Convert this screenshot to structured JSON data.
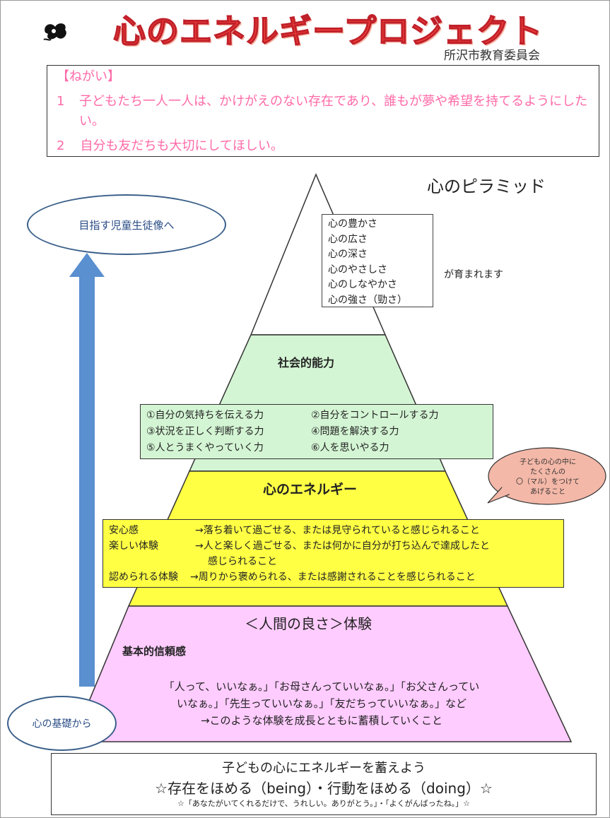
{
  "header": {
    "title": "心のエネルギープロジェクト",
    "organization": "所沢市教育委員会"
  },
  "aims": {
    "heading": "【ねがい】",
    "items": [
      {
        "num": "1",
        "text": "子どもたち一人一人は、かけがえのない存在であり、誰もが夢や希望を持てるようにしたい。"
      },
      {
        "num": "2",
        "text": "自分も友だちも大切にしてほしい。"
      }
    ],
    "color": "#ff6aa8"
  },
  "pyramid": {
    "title": "心のピラミッド",
    "goal_label": "目指す児童生徒像へ",
    "base_label": "心の基礎から",
    "top": {
      "qualities": [
        "心の豊かさ",
        "心の広さ",
        "心の深さ",
        "心のやさしさ",
        "心のしなやかさ",
        "心の強さ（勁さ）"
      ],
      "suffix": "が育まれます"
    },
    "social": {
      "title": "社会的能力",
      "abilities": [
        [
          "①自分の気持ちを伝える力",
          "②自分をコントロールする力"
        ],
        [
          "③状況を正しく判断する力",
          "④問題を解決する力"
        ],
        [
          "⑤人とうまくやっていく力",
          "⑥人を思いやる力"
        ]
      ],
      "color": "#d4f5d4"
    },
    "energy": {
      "title": "心のエネルギー",
      "row1_term": "安心感",
      "row1_desc": "→落ち着いて過ごせる、または見守られていると感じられること",
      "row2_term": "楽しい体験",
      "row2_desc": "→人と楽しく過ごせる、または何かに自分が打ち込んで達成したと",
      "row2_cont": "感じられること",
      "row3_term": "認められる体験",
      "row3_desc": "→周りから褒められる、または感謝されることを感じられること",
      "color": "#ffff44"
    },
    "bubble": {
      "line1": "子どもの心の中に",
      "line2": "たくさんの",
      "line3": "〇（マル）をつけて",
      "line4": "あげること"
    },
    "goodness": {
      "title": "＜人間の良さ＞体験",
      "trust_label": "基本的信頼感",
      "quote_line1": "「人って、いいなぁ。」「お母さんっていいなぁ。」「お父さんってい",
      "quote_line2": "いなぁ。」「先生っていいなぁ。」「友だちっていいなぁ。」など",
      "quote_line3": "→このような体験を成長とともに蓄積していくこと",
      "color": "#ffccff"
    }
  },
  "footer": {
    "line1": "子どもの心にエネルギーを蓄えよう",
    "line2": "☆存在をほめる（being）・行動をほめる（doing）☆",
    "line3": "☆「あなたがいてくれるだけで、うれしい。ありがとう。」・「よくがんばったね。」☆"
  }
}
